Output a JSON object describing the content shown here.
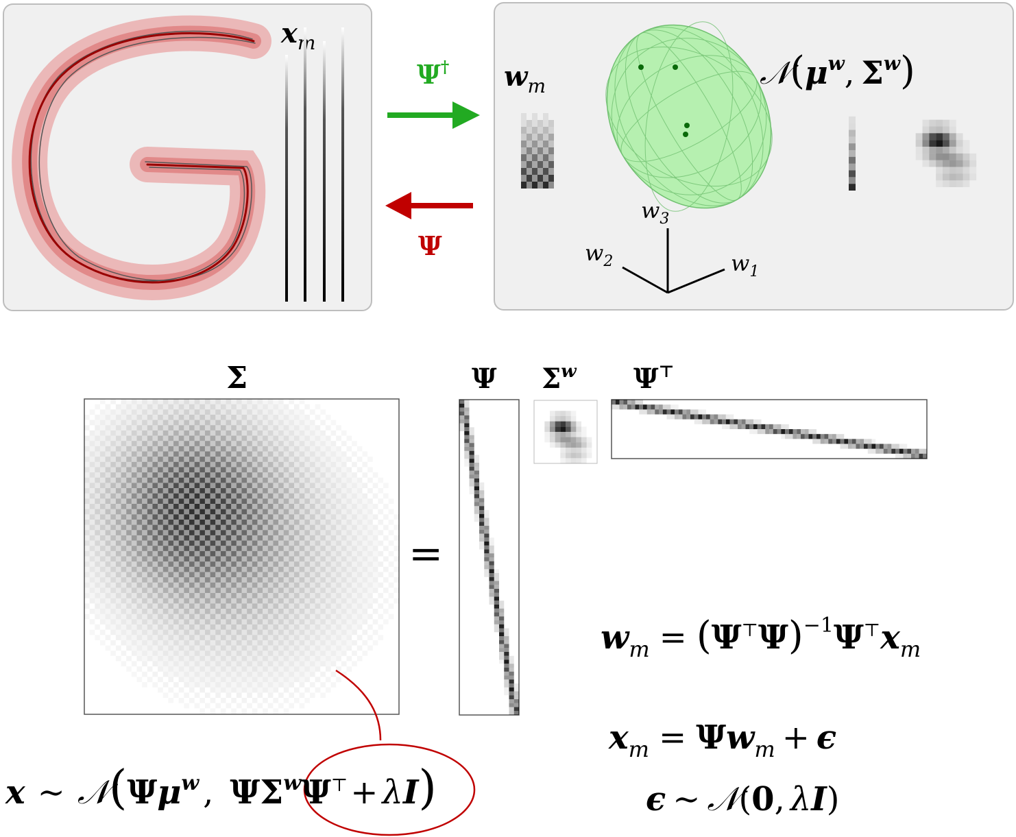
{
  "top_left_panel": {
    "label_var": "x",
    "label_sub": "m"
  },
  "arrows": {
    "forward_label": "Ψ",
    "forward_sup": "†",
    "backward_label": "Ψ",
    "forward_color": "#22aa22",
    "backward_color": "#c00000"
  },
  "top_right_panel": {
    "weights_var": "w",
    "weights_sub": "m",
    "dist_N": "𝒩",
    "dist_open": "(",
    "dist_mu": "μ",
    "dist_mu_sup": "w",
    "dist_comma": ",",
    "dist_sigma": "Σ",
    "dist_sigma_sup": "w",
    "dist_close": ")",
    "axis_w1": "w",
    "axis_w1_sub": "1",
    "axis_w2": "w",
    "axis_w2_sub": "2",
    "axis_w3": "w",
    "axis_w3_sub": "3",
    "ellipsoid_color": "#a8f0a0"
  },
  "matrix_section": {
    "sigma_label": "Σ",
    "equals": "=",
    "psi_label": "Ψ",
    "sigma_w_label": "Σ",
    "sigma_w_sup": "w",
    "psi_t_label": "Ψ",
    "psi_t_sup": "⊤"
  },
  "equations": {
    "eq1": {
      "lhs_var": "w",
      "lhs_sub": "m",
      "eq": "=",
      "open": "(",
      "psi1": "Ψ",
      "t1": "⊤",
      "psi2": "Ψ",
      "close": ")",
      "inv": "−1",
      "psi3": "Ψ",
      "t2": "⊤",
      "x": "x",
      "x_sub": "m"
    },
    "eq2": {
      "lhs_var": "x",
      "lhs_sub": "m",
      "eq": "=",
      "psi": "Ψ",
      "w": "w",
      "w_sub": "m",
      "plus": "+",
      "eps": "ϵ"
    },
    "eq3": {
      "eps": "ϵ",
      "sim": "∼",
      "N": "𝒩",
      "open": "(",
      "zero": "0",
      "comma": ",",
      "lambda": "λ",
      "I": "I",
      "close": ")"
    },
    "eq4": {
      "x": "x",
      "sim": "∼",
      "N": "𝒩",
      "open": "(",
      "psi": "Ψ",
      "mu": "μ",
      "mu_sup": "w",
      "comma": ",",
      "psi2": "Ψ",
      "sigma": "Σ",
      "sigma_sup": "w",
      "psi3": "Ψ",
      "t": "⊤",
      "plus": "+",
      "lambda": "λ",
      "I": "I",
      "close": ")",
      "circle_color": "#c00000"
    }
  }
}
